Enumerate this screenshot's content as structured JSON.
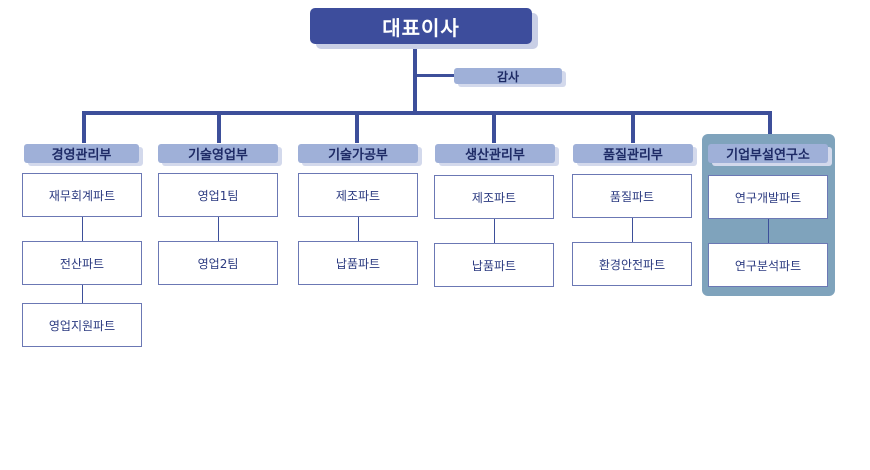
{
  "ceo": {
    "label": "대표이사"
  },
  "audit": {
    "label": "감사"
  },
  "departments": [
    {
      "name": "경영관리부",
      "teams": [
        "재무회계파트",
        "전산파트",
        "영업지원파트"
      ]
    },
    {
      "name": "기술영업부",
      "teams": [
        "영업1팀",
        "영업2팀"
      ]
    },
    {
      "name": "기술가공부",
      "teams": [
        "제조파트",
        "납품파트"
      ]
    },
    {
      "name": "생산관리부",
      "teams": [
        "제조파트",
        "납품파트"
      ]
    },
    {
      "name": "품질관리부",
      "teams": [
        "품질파트",
        "환경안전파트"
      ]
    },
    {
      "name": "기업부설연구소",
      "teams": [
        "연구개발파트",
        "연구분석파트"
      ]
    }
  ],
  "colors": {
    "line": "#3d4f9a",
    "ceo_fill": "#3d4d9c",
    "dept_fill": "#9fb0d8",
    "rnd_panel": "#7fa3bc",
    "team_border": "#6b78b4"
  }
}
